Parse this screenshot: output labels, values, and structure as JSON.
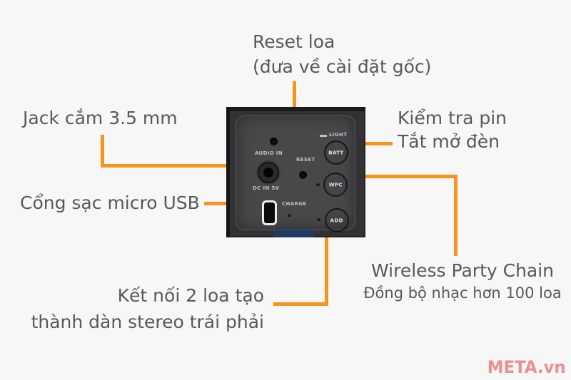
{
  "colors": {
    "background": "#f7f7f7",
    "accent": "#f7941e",
    "label_text": "#58595b",
    "watermark_red": "#ef8e91",
    "panel": "#48484b",
    "device_dark": "#323234",
    "strap_blue": "#1e3b5f",
    "port_text": "#bfbfc1"
  },
  "annotations": {
    "reset": {
      "line1": "Reset loa",
      "line2": "(đưa về cài đặt gốc)"
    },
    "jack35": {
      "label": "Jack cắm 3.5 mm"
    },
    "micro_usb": {
      "label": "Cổng sạc micro USB"
    },
    "battery_light": {
      "line1": "Kiểm tra pin",
      "line2": "Tắt mở đèn"
    },
    "party_chain": {
      "line1": "Wireless Party Chain",
      "line2": "Đồng bộ nhạc hơn 100 loa"
    },
    "stereo_pair": {
      "line1": "Kết nối 2 loa tạo",
      "line2": "thành dàn stereo trái phải"
    }
  },
  "device_panel": {
    "port_labels": {
      "audio_in": "AUDIO IN",
      "reset": "RESET",
      "dc_in": "DC IN 5V",
      "charge": "CHARGE",
      "light": "LIGHT"
    },
    "buttons": [
      {
        "label": "BATT"
      },
      {
        "label": "WPC"
      },
      {
        "label": "ADD"
      }
    ]
  },
  "watermark": {
    "text": "META.vn"
  }
}
